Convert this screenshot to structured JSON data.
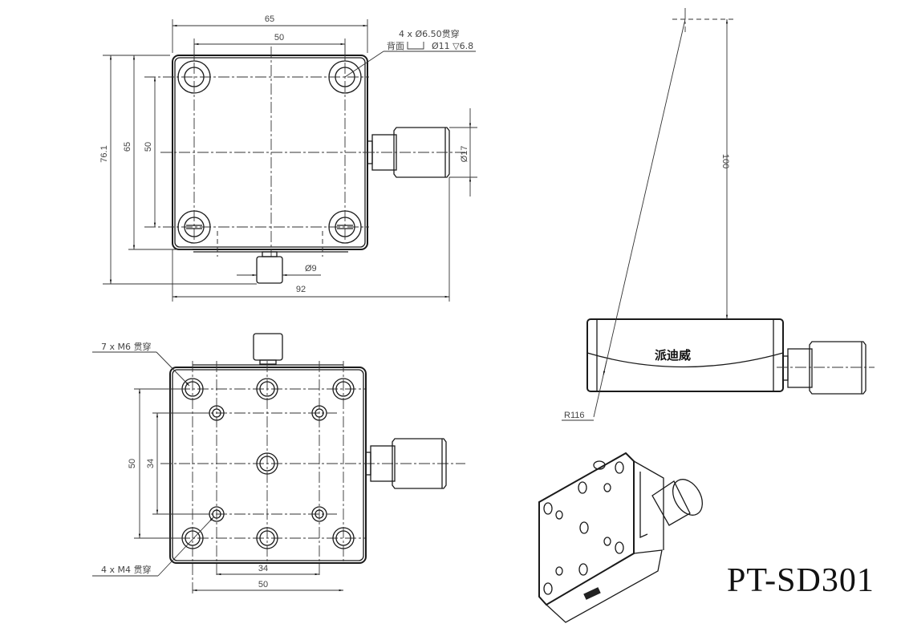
{
  "drawing": {
    "model": "PT-SD301",
    "brand_label": "派迪威",
    "top_view": {
      "dims": {
        "width_overall": "65",
        "hole_spacing_x": "50",
        "height_overall": "76.1",
        "height_body": "65",
        "hole_spacing_y": "50",
        "knob_diameter": "Ø17",
        "screw_diameter": "Ø9",
        "total_length": "92"
      },
      "note_line1": "4 x Ø6.50贯穿",
      "note_line2_prefix": "背面",
      "note_line2_suffix": "Ø11 ▽6.8"
    },
    "bottom_view": {
      "dims": {
        "outer_spacing_y": "50",
        "inner_spacing_y": "34",
        "inner_spacing_x": "34",
        "outer_spacing_x": "50"
      },
      "note_m6": "7 x M6 贯穿",
      "note_m4": "4 x M4 贯穿"
    },
    "side_view": {
      "dims": {
        "radius_height": "100",
        "radius": "R116"
      }
    }
  }
}
